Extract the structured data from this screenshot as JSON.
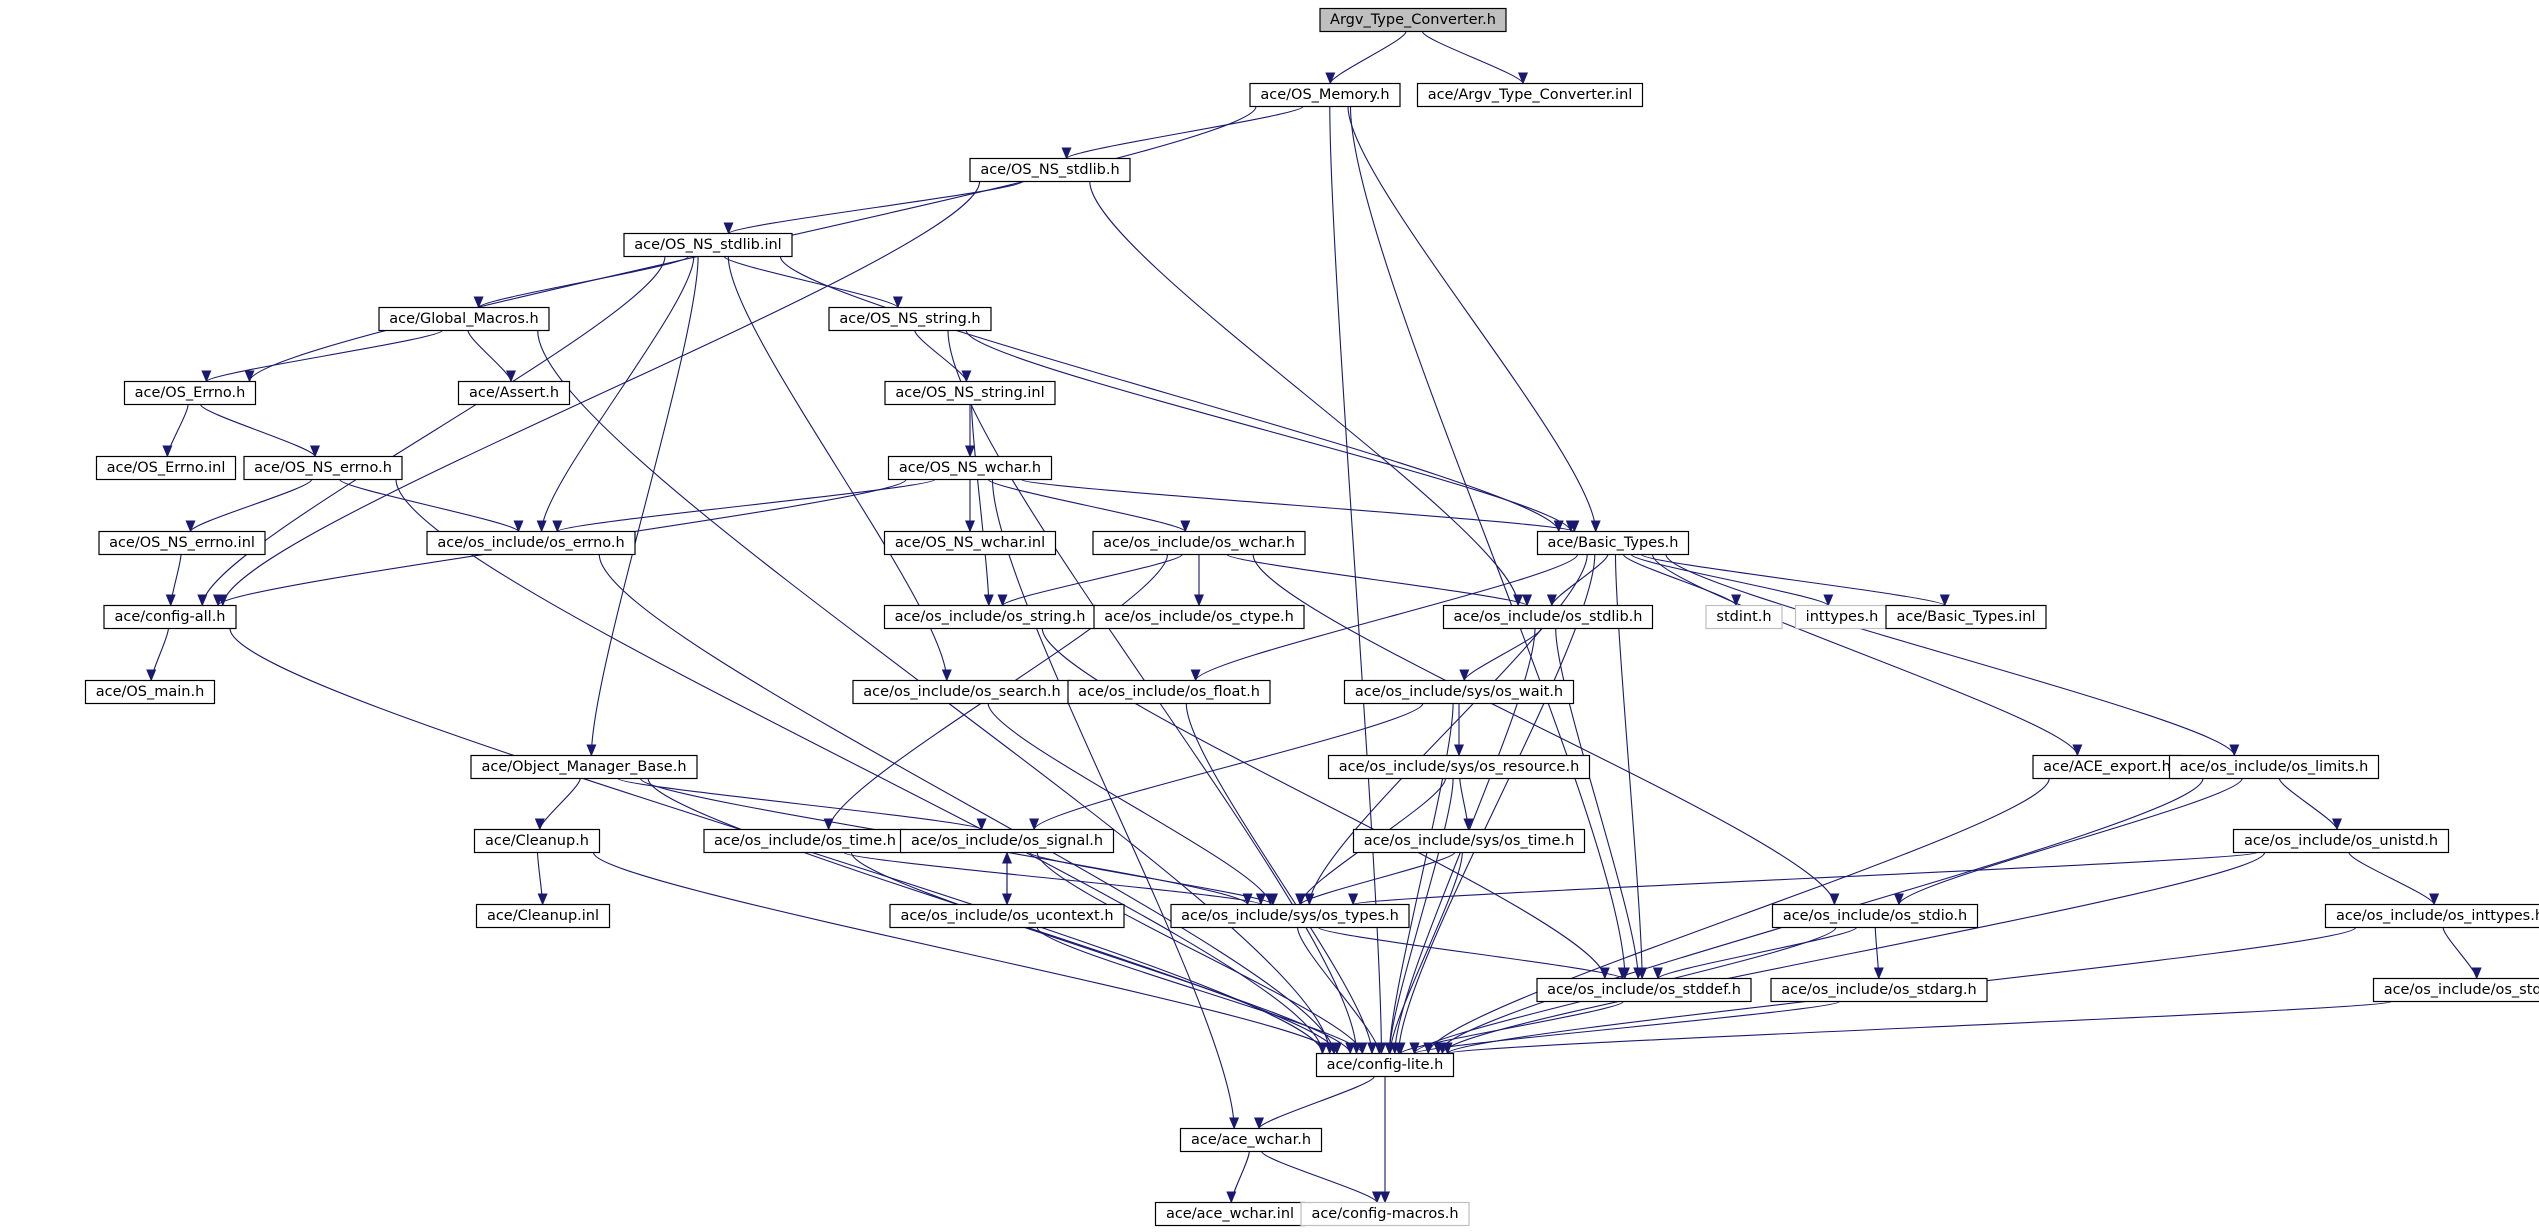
{
  "colors": {
    "edge": "#191970",
    "node_border": "#000000",
    "node_fill": "#ffffff",
    "root_fill": "#bfbfbf",
    "external_border": "#bfbfbf",
    "external_text": "#7f7f7f"
  },
  "graph": {
    "nodes": [
      {
        "id": "root",
        "label": "Argv_Type_Converter.h",
        "kind": "root"
      },
      {
        "id": "os_memory_h",
        "label": "ace/OS_Memory.h"
      },
      {
        "id": "argv_inl",
        "label": "ace/Argv_Type_Converter.inl"
      },
      {
        "id": "os_ns_stdlib_h",
        "label": "ace/OS_NS_stdlib.h"
      },
      {
        "id": "os_ns_stdlib_inl",
        "label": "ace/OS_NS_stdlib.inl"
      },
      {
        "id": "global_macros_h",
        "label": "ace/Global_Macros.h"
      },
      {
        "id": "os_ns_string_h",
        "label": "ace/OS_NS_string.h"
      },
      {
        "id": "os_errno_h",
        "label": "ace/OS_Errno.h"
      },
      {
        "id": "assert_h",
        "label": "ace/Assert.h"
      },
      {
        "id": "os_ns_string_inl",
        "label": "ace/OS_NS_string.inl"
      },
      {
        "id": "os_errno_inl",
        "label": "ace/OS_Errno.inl"
      },
      {
        "id": "os_ns_errno_h",
        "label": "ace/OS_NS_errno.h"
      },
      {
        "id": "os_ns_wchar_h",
        "label": "ace/OS_NS_wchar.h"
      },
      {
        "id": "os_ns_errno_inl",
        "label": "ace/OS_NS_errno.inl"
      },
      {
        "id": "os_include_os_errno_h",
        "label": "ace/os_include/os_errno.h"
      },
      {
        "id": "os_ns_wchar_inl",
        "label": "ace/OS_NS_wchar.inl"
      },
      {
        "id": "os_include_os_wchar_h",
        "label": "ace/os_include/os_wchar.h"
      },
      {
        "id": "basic_types_h",
        "label": "ace/Basic_Types.h"
      },
      {
        "id": "config_all_h",
        "label": "ace/config-all.h"
      },
      {
        "id": "os_include_os_string_h",
        "label": "ace/os_include/os_string.h"
      },
      {
        "id": "os_include_os_ctype_h",
        "label": "ace/os_include/os_ctype.h"
      },
      {
        "id": "os_include_os_stdlib_h",
        "label": "ace/os_include/os_stdlib.h"
      },
      {
        "id": "stdint_h",
        "label": "stdint.h",
        "kind": "external"
      },
      {
        "id": "inttypes_h",
        "label": "inttypes.h",
        "kind": "external"
      },
      {
        "id": "basic_types_inl",
        "label": "ace/Basic_Types.inl"
      },
      {
        "id": "os_main_h",
        "label": "ace/OS_main.h"
      },
      {
        "id": "os_include_os_search_h",
        "label": "ace/os_include/os_search.h"
      },
      {
        "id": "os_include_os_float_h",
        "label": "ace/os_include/os_float.h"
      },
      {
        "id": "os_include_sys_os_wait_h",
        "label": "ace/os_include/sys/os_wait.h"
      },
      {
        "id": "object_manager_base_h",
        "label": "ace/Object_Manager_Base.h"
      },
      {
        "id": "os_include_sys_os_resource_h",
        "label": "ace/os_include/sys/os_resource.h"
      },
      {
        "id": "ace_export_h",
        "label": "ace/ACE_export.h"
      },
      {
        "id": "os_include_os_limits_h",
        "label": "ace/os_include/os_limits.h"
      },
      {
        "id": "cleanup_h",
        "label": "ace/Cleanup.h"
      },
      {
        "id": "os_include_os_time_h",
        "label": "ace/os_include/os_time.h"
      },
      {
        "id": "os_include_os_signal_h",
        "label": "ace/os_include/os_signal.h"
      },
      {
        "id": "os_include_sys_os_time_h",
        "label": "ace/os_include/sys/os_time.h"
      },
      {
        "id": "os_include_os_unistd_h",
        "label": "ace/os_include/os_unistd.h"
      },
      {
        "id": "cleanup_inl",
        "label": "ace/Cleanup.inl"
      },
      {
        "id": "os_include_os_ucontext_h",
        "label": "ace/os_include/os_ucontext.h"
      },
      {
        "id": "os_include_sys_os_types_h",
        "label": "ace/os_include/sys/os_types.h"
      },
      {
        "id": "os_include_os_stdio_h",
        "label": "ace/os_include/os_stdio.h"
      },
      {
        "id": "os_include_os_inttypes_h",
        "label": "ace/os_include/os_inttypes.h"
      },
      {
        "id": "os_include_os_stddef_h",
        "label": "ace/os_include/os_stddef.h"
      },
      {
        "id": "os_include_os_stdarg_h",
        "label": "ace/os_include/os_stdarg.h"
      },
      {
        "id": "os_include_os_stdint_h",
        "label": "ace/os_include/os_stdint.h"
      },
      {
        "id": "config_lite_h",
        "label": "ace/config-lite.h"
      },
      {
        "id": "ace_wchar_h",
        "label": "ace/ace_wchar.h"
      },
      {
        "id": "ace_wchar_inl",
        "label": "ace/ace_wchar.inl"
      },
      {
        "id": "config_macros_h",
        "label": "ace/config-macros.h",
        "kind": "external"
      }
    ],
    "edges": [
      [
        "root",
        "os_memory_h"
      ],
      [
        "root",
        "argv_inl"
      ],
      [
        "os_memory_h",
        "os_ns_stdlib_h"
      ],
      [
        "os_memory_h",
        "os_errno_h"
      ],
      [
        "os_memory_h",
        "basic_types_h"
      ],
      [
        "os_memory_h",
        "os_include_os_stddef_h"
      ],
      [
        "os_memory_h",
        "config_lite_h"
      ],
      [
        "os_ns_stdlib_h",
        "os_ns_stdlib_inl"
      ],
      [
        "os_ns_stdlib_h",
        "config_all_h"
      ],
      [
        "os_ns_stdlib_h",
        "os_include_os_stdlib_h"
      ],
      [
        "os_ns_stdlib_inl",
        "global_macros_h"
      ],
      [
        "os_ns_stdlib_inl",
        "os_ns_string_h"
      ],
      [
        "os_ns_stdlib_inl",
        "config_all_h"
      ],
      [
        "os_ns_stdlib_inl",
        "os_include_os_errno_h"
      ],
      [
        "os_ns_stdlib_inl",
        "basic_types_h"
      ],
      [
        "os_ns_stdlib_inl",
        "object_manager_base_h"
      ],
      [
        "os_ns_stdlib_inl",
        "os_include_os_search_h"
      ],
      [
        "global_macros_h",
        "os_errno_h"
      ],
      [
        "global_macros_h",
        "assert_h"
      ],
      [
        "global_macros_h",
        "config_lite_h"
      ],
      [
        "os_errno_h",
        "os_errno_inl"
      ],
      [
        "os_errno_h",
        "os_ns_errno_h"
      ],
      [
        "os_ns_errno_h",
        "os_ns_errno_inl"
      ],
      [
        "os_ns_errno_h",
        "os_include_os_errno_h"
      ],
      [
        "os_ns_errno_h",
        "config_lite_h"
      ],
      [
        "os_ns_errno_inl",
        "config_all_h"
      ],
      [
        "os_ns_string_h",
        "os_ns_string_inl"
      ],
      [
        "os_ns_string_h",
        "basic_types_h"
      ],
      [
        "os_ns_string_h",
        "config_lite_h"
      ],
      [
        "os_ns_string_inl",
        "os_ns_wchar_h"
      ],
      [
        "os_ns_string_inl",
        "os_include_os_string_h"
      ],
      [
        "os_ns_wchar_h",
        "os_ns_wchar_inl"
      ],
      [
        "os_ns_wchar_h",
        "os_include_os_wchar_h"
      ],
      [
        "os_ns_wchar_h",
        "os_include_os_errno_h"
      ],
      [
        "os_ns_wchar_h",
        "config_all_h"
      ],
      [
        "os_ns_wchar_h",
        "basic_types_h"
      ],
      [
        "os_ns_wchar_h",
        "ace_wchar_h"
      ],
      [
        "os_include_os_errno_h",
        "config_lite_h"
      ],
      [
        "os_include_os_wchar_h",
        "os_include_os_string_h"
      ],
      [
        "os_include_os_wchar_h",
        "os_include_os_ctype_h"
      ],
      [
        "os_include_os_wchar_h",
        "os_include_os_stdlib_h"
      ],
      [
        "os_include_os_wchar_h",
        "os_include_os_time_h"
      ],
      [
        "os_include_os_wchar_h",
        "os_include_os_stdio_h"
      ],
      [
        "basic_types_h",
        "os_include_os_stdlib_h"
      ],
      [
        "basic_types_h",
        "stdint_h"
      ],
      [
        "basic_types_h",
        "inttypes_h"
      ],
      [
        "basic_types_h",
        "basic_types_inl"
      ],
      [
        "basic_types_h",
        "ace_export_h"
      ],
      [
        "basic_types_h",
        "os_include_os_limits_h"
      ],
      [
        "basic_types_h",
        "os_include_os_float_h"
      ],
      [
        "basic_types_h",
        "os_include_sys_os_types_h"
      ],
      [
        "basic_types_h",
        "os_include_os_stddef_h"
      ],
      [
        "basic_types_h",
        "config_lite_h"
      ],
      [
        "config_all_h",
        "os_main_h"
      ],
      [
        "config_all_h",
        "config_lite_h"
      ],
      [
        "os_include_os_string_h",
        "os_include_os_stddef_h"
      ],
      [
        "os_include_os_stdlib_h",
        "os_include_sys_os_wait_h"
      ],
      [
        "os_include_os_stdlib_h",
        "os_include_os_stddef_h"
      ],
      [
        "os_include_os_stdlib_h",
        "config_lite_h"
      ],
      [
        "os_include_os_search_h",
        "os_include_sys_os_types_h"
      ],
      [
        "os_include_os_float_h",
        "config_lite_h"
      ],
      [
        "os_include_sys_os_wait_h",
        "os_include_sys_os_resource_h"
      ],
      [
        "os_include_sys_os_wait_h",
        "os_include_os_signal_h"
      ],
      [
        "os_include_sys_os_wait_h",
        "config_lite_h"
      ],
      [
        "object_manager_base_h",
        "cleanup_h"
      ],
      [
        "object_manager_base_h",
        "os_include_os_signal_h"
      ],
      [
        "object_manager_base_h",
        "os_include_sys_os_types_h"
      ],
      [
        "object_manager_base_h",
        "config_lite_h"
      ],
      [
        "os_include_sys_os_resource_h",
        "os_include_sys_os_time_h"
      ],
      [
        "os_include_sys_os_resource_h",
        "os_include_sys_os_types_h"
      ],
      [
        "os_include_sys_os_resource_h",
        "config_lite_h"
      ],
      [
        "ace_export_h",
        "config_lite_h"
      ],
      [
        "os_include_os_limits_h",
        "os_include_os_unistd_h"
      ],
      [
        "os_include_os_limits_h",
        "os_include_os_stdio_h"
      ],
      [
        "os_include_os_limits_h",
        "config_lite_h"
      ],
      [
        "cleanup_h",
        "cleanup_inl"
      ],
      [
        "cleanup_h",
        "config_lite_h"
      ],
      [
        "os_include_os_time_h",
        "os_include_sys_os_types_h"
      ],
      [
        "os_include_os_time_h",
        "config_lite_h"
      ],
      [
        "os_include_os_signal_h",
        "os_include_os_ucontext_h"
      ],
      [
        "os_include_os_signal_h",
        "os_include_sys_os_types_h"
      ],
      [
        "os_include_os_signal_h",
        "config_lite_h"
      ],
      [
        "os_include_os_ucontext_h",
        "os_include_os_signal_h"
      ],
      [
        "os_include_os_ucontext_h",
        "config_lite_h"
      ],
      [
        "os_include_sys_os_time_h",
        "os_include_sys_os_types_h"
      ],
      [
        "os_include_sys_os_time_h",
        "config_lite_h"
      ],
      [
        "os_include_os_unistd_h",
        "os_include_os_inttypes_h"
      ],
      [
        "os_include_os_unistd_h",
        "os_include_sys_os_types_h"
      ],
      [
        "os_include_os_unistd_h",
        "config_lite_h"
      ],
      [
        "os_include_sys_os_types_h",
        "os_include_os_stddef_h"
      ],
      [
        "os_include_sys_os_types_h",
        "config_lite_h"
      ],
      [
        "os_include_os_stdio_h",
        "os_include_os_stdarg_h"
      ],
      [
        "os_include_os_stdio_h",
        "os_include_os_stddef_h"
      ],
      [
        "os_include_os_stdio_h",
        "config_lite_h"
      ],
      [
        "os_include_os_inttypes_h",
        "os_include_os_stdint_h"
      ],
      [
        "os_include_os_inttypes_h",
        "config_lite_h"
      ],
      [
        "os_include_os_stddef_h",
        "config_lite_h"
      ],
      [
        "os_include_os_stdarg_h",
        "config_lite_h"
      ],
      [
        "os_include_os_stdint_h",
        "config_lite_h"
      ],
      [
        "config_lite_h",
        "ace_wchar_h"
      ],
      [
        "config_lite_h",
        "config_macros_h"
      ],
      [
        "ace_wchar_h",
        "ace_wchar_inl"
      ],
      [
        "ace_wchar_h",
        "config_macros_h"
      ]
    ]
  }
}
